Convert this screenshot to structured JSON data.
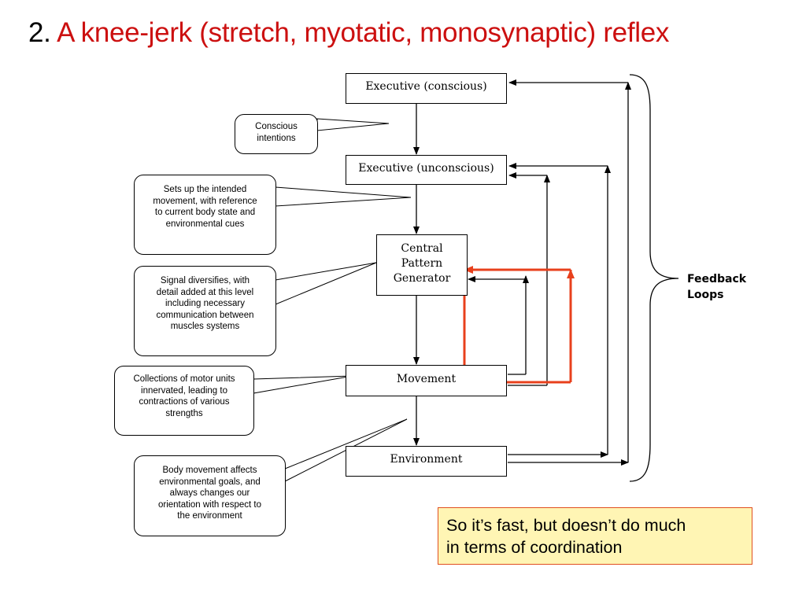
{
  "title": {
    "number": "2.",
    "text": "A knee-jerk (stretch, myotatic, monosynaptic) reflex"
  },
  "boxes": {
    "executive_conscious": "Executive (conscious)",
    "executive_unconscious": "Executive (unconscious)",
    "central_pattern_generator": "Central\nPattern\nGenerator",
    "movement": "Movement",
    "environment": "Environment"
  },
  "bubbles": {
    "conscious_intentions": "Conscious\nintentions",
    "sets_up_movement": "Sets up the intended\nmovement, with reference\nto current body state and\nenvironmental cues",
    "signal_diversifies": "Signal diversifies, with\ndetail added at this level\nincluding necessary\ncommunication between\nmuscles systems",
    "motor_units": "Collections of motor units\ninnervated, leading to\ncontractions of various\nstrengths",
    "body_movement": "Body movement affects\nenvironmental goals, and\nalways changes our\norientation with respect to\nthe environment"
  },
  "feedback_label": "Feedback\nLoops",
  "callout_text": "So it’s fast, but doesn’t do much\nin terms of coordination",
  "colors": {
    "title_accent": "#cc1010",
    "reflex_loop": "#e8401c",
    "callout_fill": "#fff5b4",
    "callout_border": "#e05020"
  }
}
